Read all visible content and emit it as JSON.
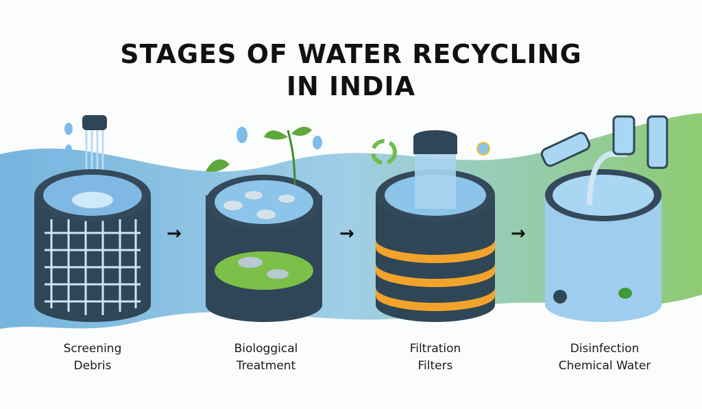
{
  "title": {
    "line1": "STAGES OF WATER RECYCLING",
    "line2": "IN INDIA"
  },
  "stages": [
    {
      "line1": "Screening",
      "line2": "Debris"
    },
    {
      "line1": "Biologgical",
      "line2": "Treatment"
    },
    {
      "line1": "Filtration",
      "line2": "Filters"
    },
    {
      "line1": "Disinfection",
      "line2": "Chemical Water"
    }
  ],
  "arrows": [
    "→",
    "→",
    "→"
  ],
  "colors": {
    "water": "#6aaee0",
    "tank": "#2f4656",
    "green": "#7cc04a",
    "orange": "#f2a42a"
  }
}
